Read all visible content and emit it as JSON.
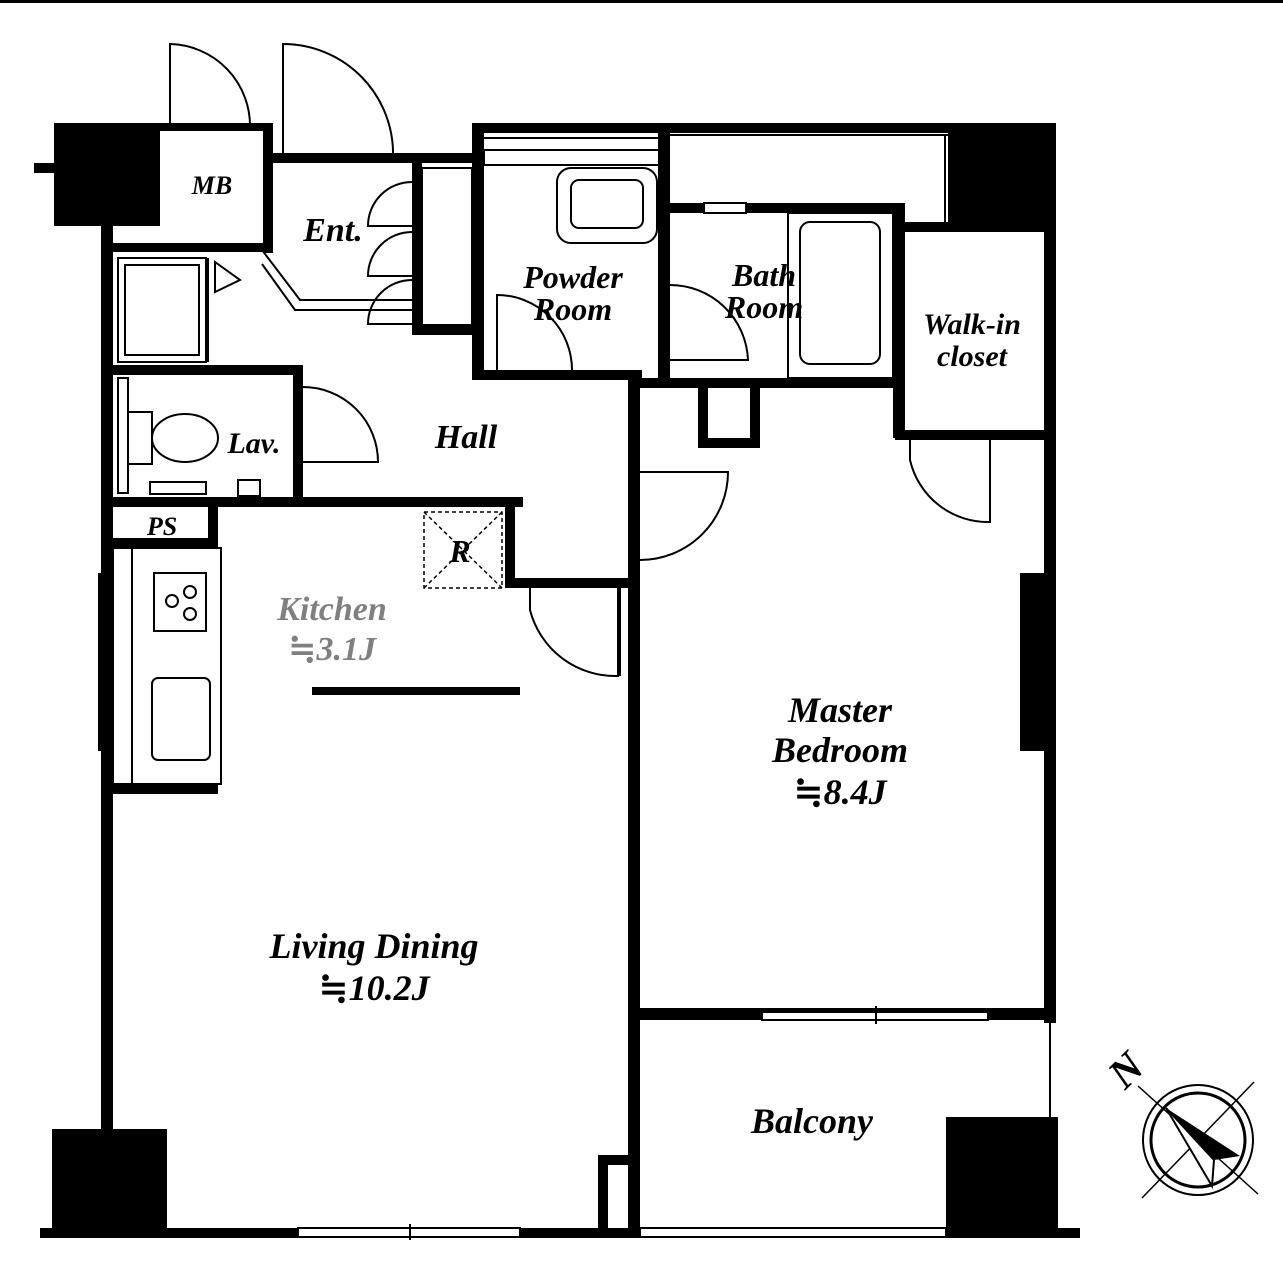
{
  "rooms": {
    "mb": "MB",
    "entrance": "Ent.",
    "powder_room_1": "Powder",
    "powder_room_2": "Room",
    "bath_room_1": "Bath",
    "bath_room_2": "Room",
    "walk_in_closet_1": "Walk-in",
    "walk_in_closet_2": "closet",
    "lavatory": "Lav.",
    "hall": "Hall",
    "pipe_space": "PS",
    "refrigerator": "R",
    "kitchen_name": "Kitchen",
    "kitchen_area": "≒3.1J",
    "master_bedroom_1": "Master",
    "master_bedroom_2": "Bedroom",
    "master_bedroom_area": "≒8.4J",
    "living_dining_name": "Living Dining",
    "living_dining_area": "≒10.2J",
    "balcony": "Balcony"
  },
  "compass": {
    "north_label": "N"
  },
  "colors": {
    "wall": "#000000",
    "kitchen_label": "#808080",
    "background": "#ffffff"
  }
}
